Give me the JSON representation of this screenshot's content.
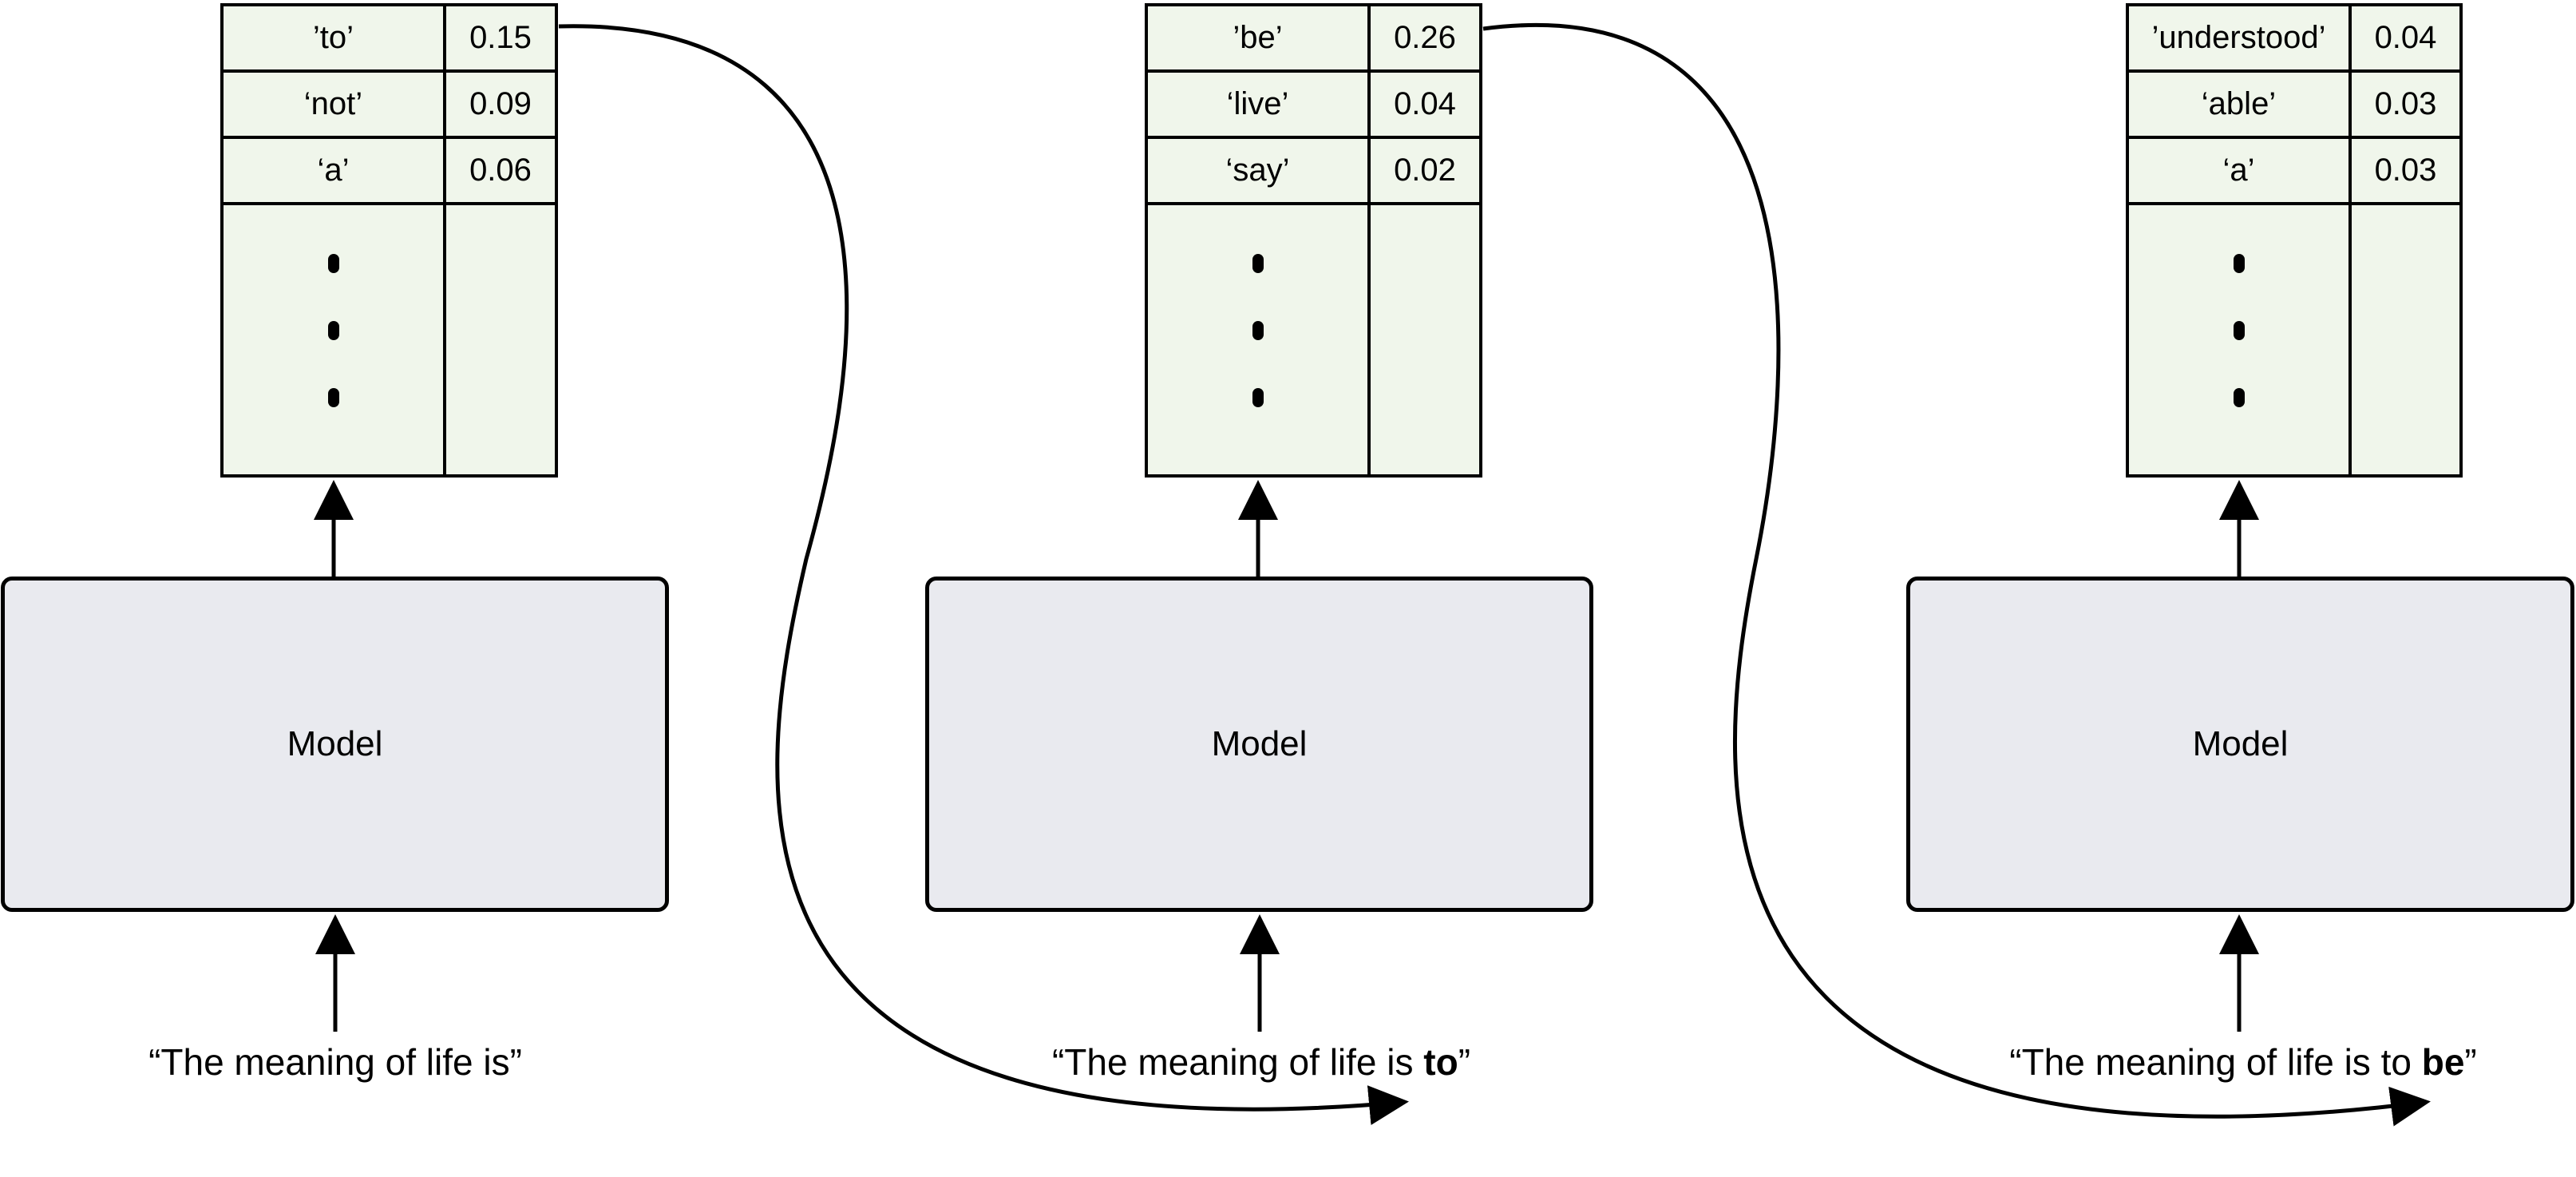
{
  "steps": [
    {
      "table": {
        "rows": [
          {
            "token": "’to’",
            "prob": "0.15"
          },
          {
            "token": "‘not’",
            "prob": "0.09"
          },
          {
            "token": "‘a’",
            "prob": "0.06"
          }
        ]
      },
      "model_label": "Model",
      "prompt": {
        "prefix": "“The meaning of life is",
        "bold": "",
        "suffix": "”"
      }
    },
    {
      "table": {
        "rows": [
          {
            "token": "’be’",
            "prob": "0.26"
          },
          {
            "token": "‘live’",
            "prob": "0.04"
          },
          {
            "token": "‘say’",
            "prob": "0.02"
          }
        ]
      },
      "model_label": "Model",
      "prompt": {
        "prefix": "“The meaning of life is ",
        "bold": "to",
        "suffix": "”"
      }
    },
    {
      "table": {
        "rows": [
          {
            "token": "’understood’",
            "prob": "0.04"
          },
          {
            "token": "‘able’",
            "prob": "0.03"
          },
          {
            "token": "‘a’",
            "prob": "0.03"
          }
        ]
      },
      "model_label": "Model",
      "prompt": {
        "prefix": "“The meaning of life is to ",
        "bold": "be",
        "suffix": "”"
      }
    }
  ]
}
